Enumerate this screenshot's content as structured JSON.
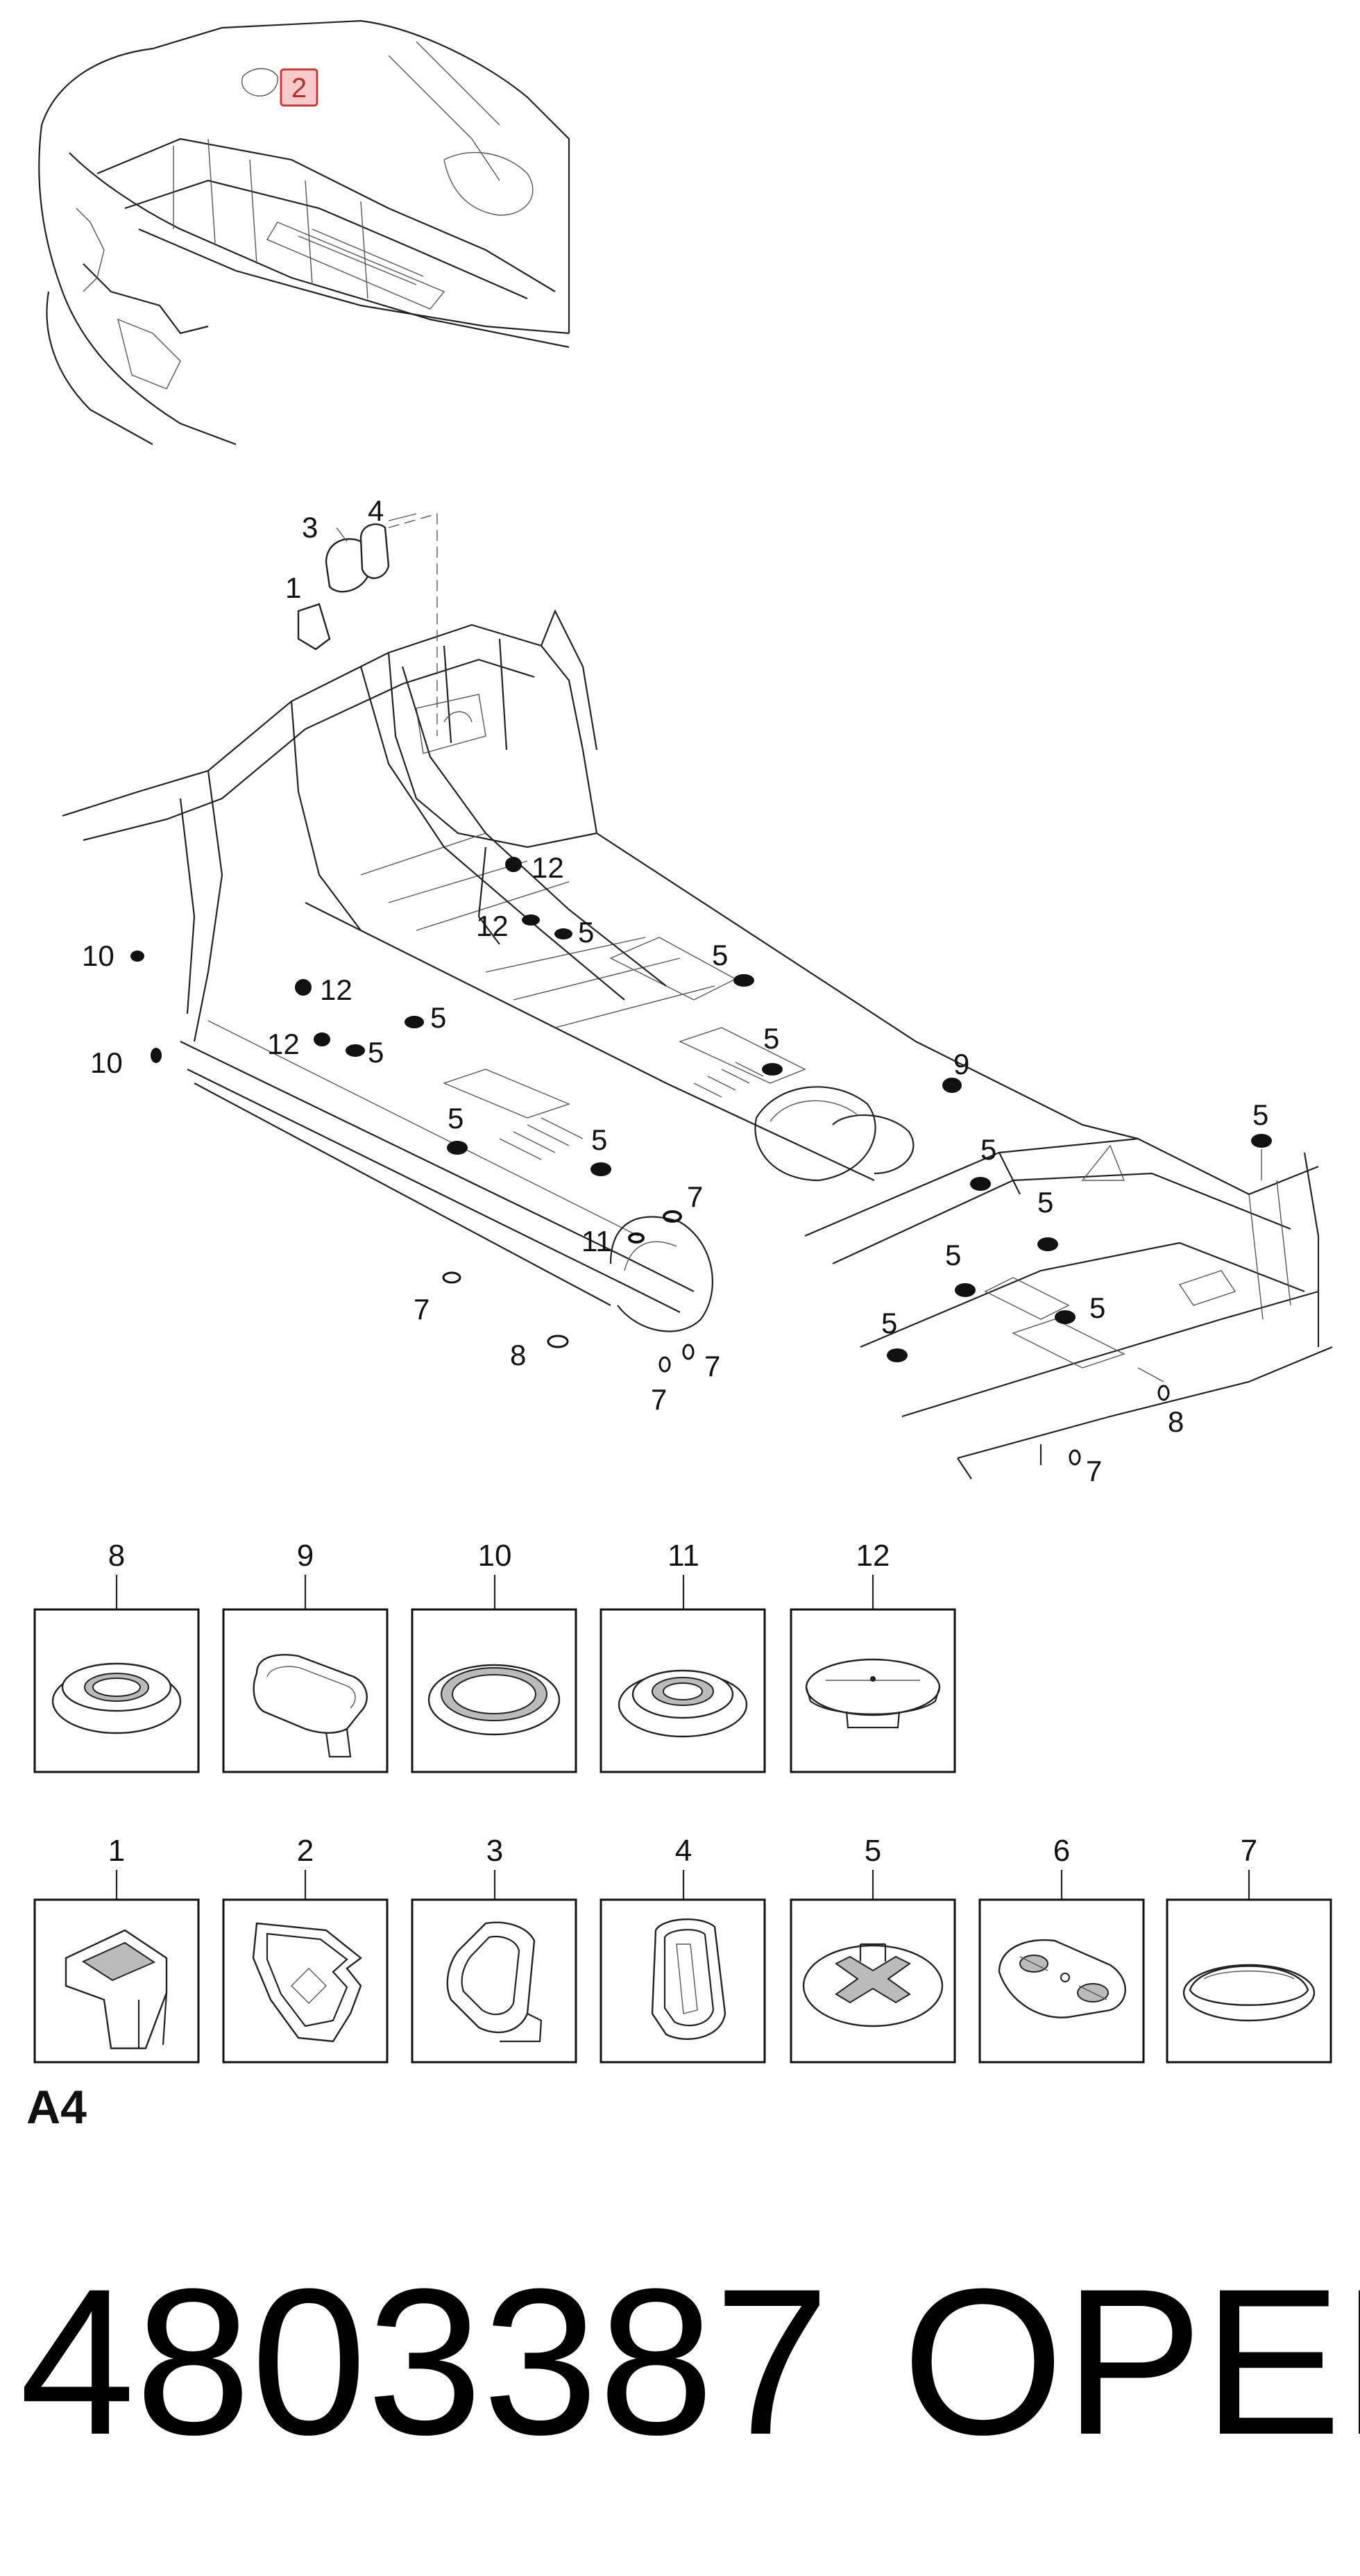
{
  "inset": {
    "badge_label": "2",
    "badge_color": "#f7c9c9",
    "badge_border": "#c04040"
  },
  "callouts": [
    {
      "id": "c1",
      "text": "1"
    },
    {
      "id": "c3",
      "text": "3"
    },
    {
      "id": "c4",
      "text": "4"
    },
    {
      "id": "c12a",
      "text": "12"
    },
    {
      "id": "c12b",
      "text": "12"
    },
    {
      "id": "c5a",
      "text": "5"
    },
    {
      "id": "c10a",
      "text": "10"
    },
    {
      "id": "c12c",
      "text": "12"
    },
    {
      "id": "c5b",
      "text": "5"
    },
    {
      "id": "c5c",
      "text": "5"
    },
    {
      "id": "c12d",
      "text": "12"
    },
    {
      "id": "c5d",
      "text": "5"
    },
    {
      "id": "c10b",
      "text": "10"
    },
    {
      "id": "c5e",
      "text": "5"
    },
    {
      "id": "c9",
      "text": "9"
    },
    {
      "id": "c5f",
      "text": "5"
    },
    {
      "id": "c5g",
      "text": "5"
    },
    {
      "id": "c5h",
      "text": "5"
    },
    {
      "id": "c5i",
      "text": "5"
    },
    {
      "id": "c7a",
      "text": "7"
    },
    {
      "id": "c11",
      "text": "11"
    },
    {
      "id": "c5j",
      "text": "5"
    },
    {
      "id": "c7b",
      "text": "7"
    },
    {
      "id": "c5k",
      "text": "5"
    },
    {
      "id": "c5l",
      "text": "5"
    },
    {
      "id": "c8a",
      "text": "8"
    },
    {
      "id": "c7c",
      "text": "7"
    },
    {
      "id": "c7d",
      "text": "7"
    },
    {
      "id": "c8b",
      "text": "8"
    },
    {
      "id": "c7e",
      "text": "7"
    }
  ],
  "parts_row_top": [
    {
      "label": "8",
      "shape": "grommet-ring"
    },
    {
      "label": "9",
      "shape": "oval-plug"
    },
    {
      "label": "10",
      "shape": "flat-ring"
    },
    {
      "label": "11",
      "shape": "deep-grommet"
    },
    {
      "label": "12",
      "shape": "domed-cap"
    }
  ],
  "parts_row_bottom": [
    {
      "label": "1",
      "shape": "duct-seal"
    },
    {
      "label": "2",
      "shape": "profile-seal"
    },
    {
      "label": "3",
      "shape": "angled-seal"
    },
    {
      "label": "4",
      "shape": "tall-seal"
    },
    {
      "label": "5",
      "shape": "round-plug"
    },
    {
      "label": "6",
      "shape": "oval-clip-plate"
    },
    {
      "label": "7",
      "shape": "flat-disc"
    }
  ],
  "section_label": "A4",
  "part_number": "4803387",
  "brand": "OPEL"
}
